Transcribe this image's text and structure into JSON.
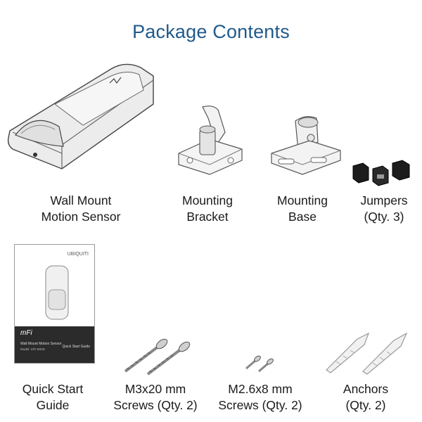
{
  "title": "Package Contents",
  "items": [
    {
      "name": "sensor",
      "line1": "Wall Mount",
      "line2": "Motion Sensor"
    },
    {
      "name": "bracket",
      "line1": "Mounting",
      "line2": "Bracket"
    },
    {
      "name": "base",
      "line1": "Mounting",
      "line2": "Base"
    },
    {
      "name": "jumpers",
      "line1": "Jumpers",
      "line2": "(Qty. 3)"
    },
    {
      "name": "guide",
      "line1": "Quick Start",
      "line2": "Guide"
    },
    {
      "name": "m3-screws",
      "line1": "M3x20 mm",
      "line2": "Screws (Qty. 2)"
    },
    {
      "name": "m26-screws",
      "line1": "M2.6x8 mm",
      "line2": "Screws (Qty. 2)"
    },
    {
      "name": "anchors",
      "line1": "Anchors",
      "line2": "(Qty. 2)"
    }
  ],
  "guide": {
    "brand": "UBIQUITI",
    "product_line": "mFi",
    "product_name": "Wall Mount Motion Sensor",
    "model": "Model: mFi-MSW",
    "doc_type": "Quick Start Guide"
  },
  "colors": {
    "title": "#1f5a8c",
    "device_body": "#eeeeee",
    "outline": "#555555"
  }
}
